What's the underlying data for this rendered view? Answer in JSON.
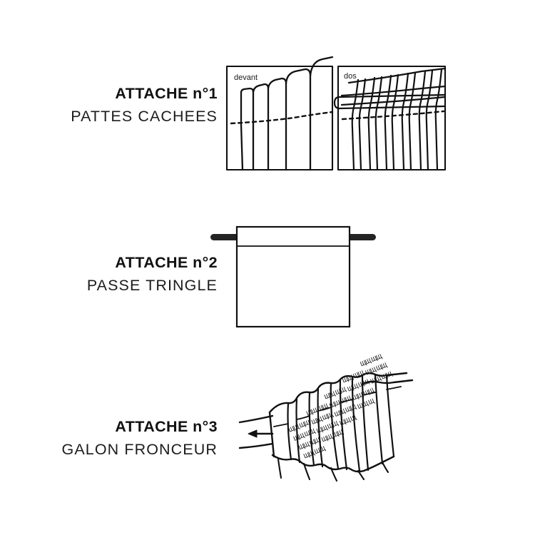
{
  "document": {
    "language": "fr",
    "background_color": "#ffffff",
    "line_color": "#111111",
    "title_color": "#111111"
  },
  "sections": [
    {
      "id": "attache-1",
      "title": "ATTACHE n°1",
      "subtitle": "PATTES CACHEES",
      "illustration": {
        "type": "two-panel-line-drawing",
        "panels": [
          {
            "id": "panel-devant",
            "label": "devant"
          },
          {
            "id": "panel-dos",
            "label": "dos"
          }
        ],
        "features": [
          "hidden-tabs",
          "curtain-rod",
          "dotted-seam-line",
          "pleat-folds"
        ]
      }
    },
    {
      "id": "attache-2",
      "title": "ATTACHE n°2",
      "subtitle": "PASSE TRINGLE",
      "illustration": {
        "type": "rod-pocket-line-drawing",
        "panels": [],
        "features": [
          "rectangular-curtain-panel",
          "horizontal-rod",
          "rod-pocket-seam"
        ]
      }
    },
    {
      "id": "attache-3",
      "title": "ATTACHE n°3",
      "subtitle": "GALON FRONCEUR",
      "illustration": {
        "type": "gathering-tape-line-drawing",
        "panels": [],
        "features": [
          "pleated-header-tape",
          "draw-cords",
          "pull-direction-arrow",
          "stitch-marks"
        ]
      }
    }
  ]
}
